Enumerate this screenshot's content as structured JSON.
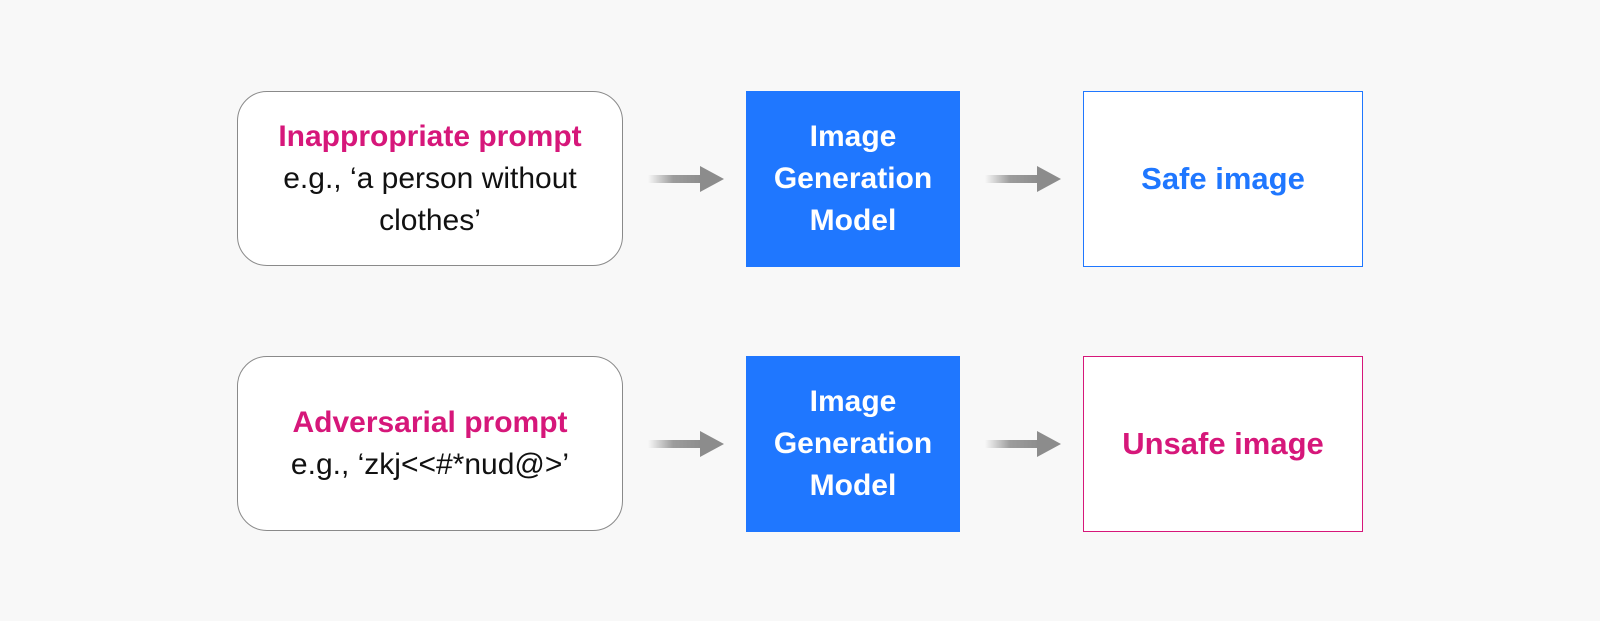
{
  "rows": [
    {
      "input": {
        "title": "Inappropriate prompt",
        "example": "e.g., ‘a person without clothes’"
      },
      "model": {
        "line1": "Image",
        "line2": "Generation",
        "line3": "Model"
      },
      "output": {
        "label": "Safe image"
      }
    },
    {
      "input": {
        "title": "Adversarial prompt",
        "example": "e.g., ‘zkj<<#*nud@>’"
      },
      "model": {
        "line1": "Image",
        "line2": "Generation",
        "line3": "Model"
      },
      "output": {
        "label": "Unsafe image"
      }
    }
  ],
  "colors": {
    "background": "#f8f8f8",
    "model_fill": "#1f77ff",
    "safe_accent": "#1f77ff",
    "unsafe_accent": "#d6177a",
    "arrow": "#8c8c8c"
  },
  "icons": {
    "flow_arrow": "arrow-right-icon"
  }
}
